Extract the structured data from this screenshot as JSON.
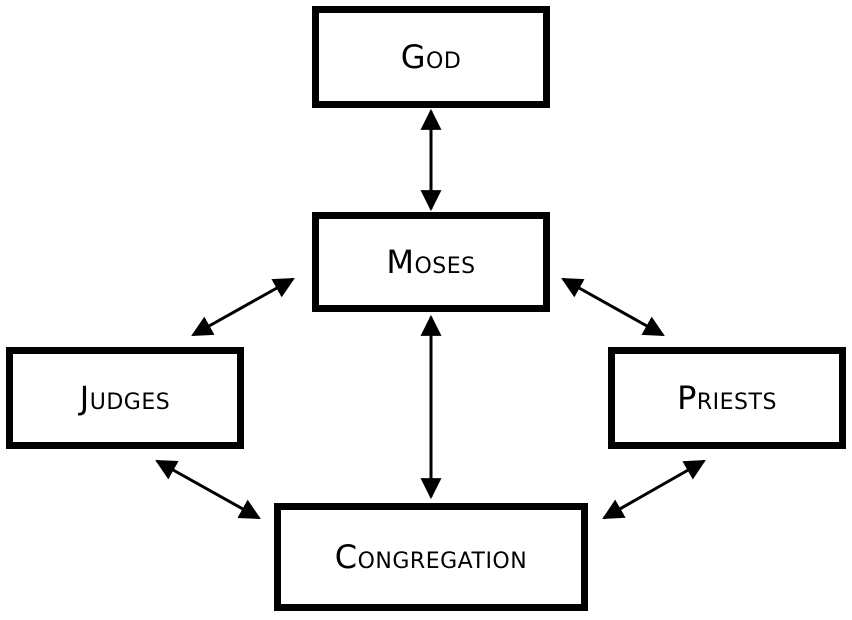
{
  "nodes": {
    "god": "God",
    "moses": "Moses",
    "judges": "Judges",
    "priests": "Priests",
    "congregation": "Congregation"
  },
  "edges": [
    {
      "from": "god",
      "to": "moses",
      "direction": "both"
    },
    {
      "from": "moses",
      "to": "judges",
      "direction": "both"
    },
    {
      "from": "moses",
      "to": "priests",
      "direction": "both"
    },
    {
      "from": "moses",
      "to": "congregation",
      "direction": "both"
    },
    {
      "from": "judges",
      "to": "congregation",
      "direction": "both"
    },
    {
      "from": "priests",
      "to": "congregation",
      "direction": "both"
    }
  ],
  "colors": {
    "stroke": "#000000",
    "background": "#ffffff"
  }
}
